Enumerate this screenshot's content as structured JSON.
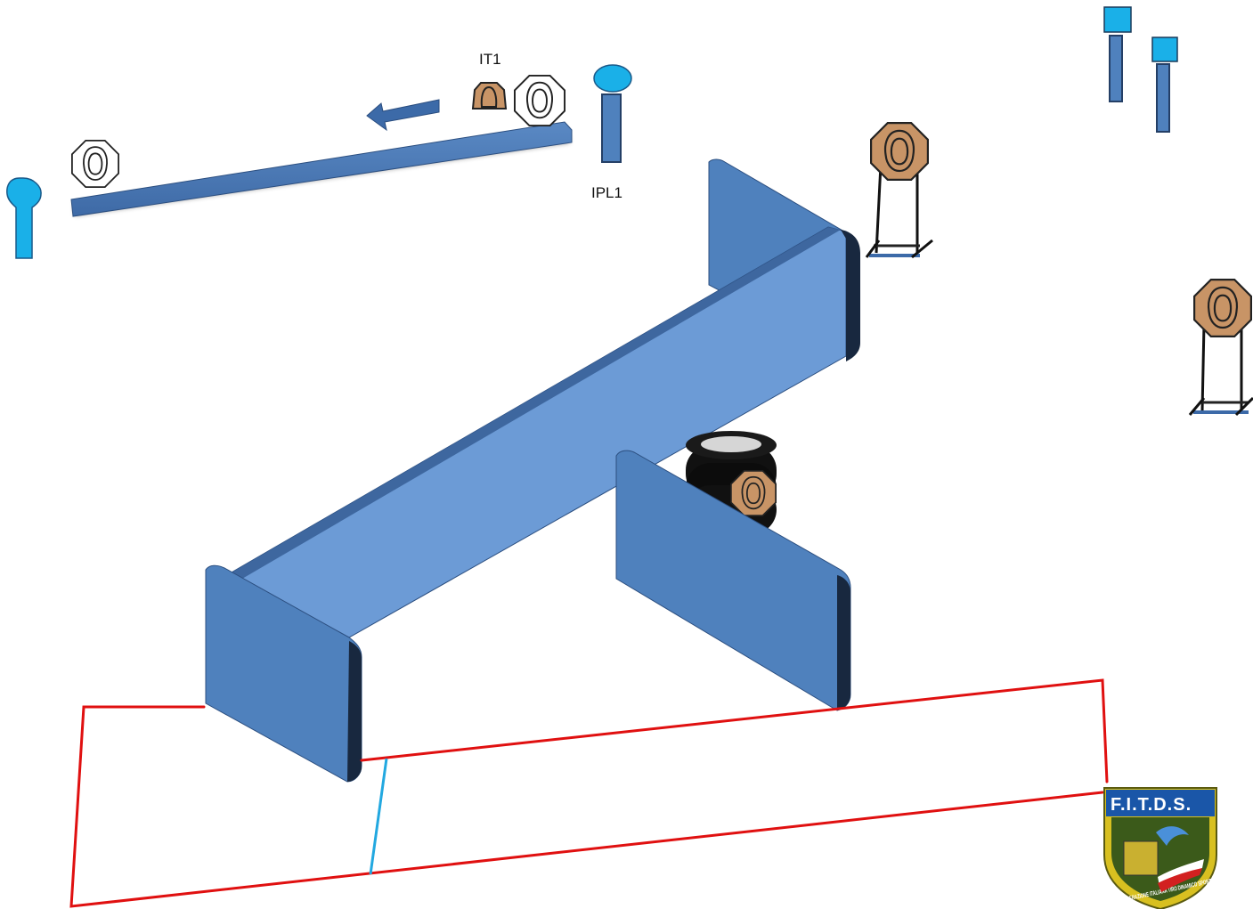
{
  "labels": {
    "it1": "IT1",
    "ipl1": "IPL1"
  },
  "logo": {
    "title": "F.I.T.D.S.",
    "arc_text": "FEDERAZIONE ITALIANA TIRO DINAMICO SPORTIVO"
  },
  "colors": {
    "wall_face": "#4f81bd",
    "wall_top": "#6c9bd6",
    "wall_edge": "#1f3556",
    "fault_line": "#e01010",
    "start_line": "#22a8e0",
    "popper": "#1ab0e8",
    "steel_plate": "#1ab0e8",
    "cardboard_target": "#c89466",
    "no_shoot_target": "#ffffff",
    "barrel": "#111111"
  }
}
